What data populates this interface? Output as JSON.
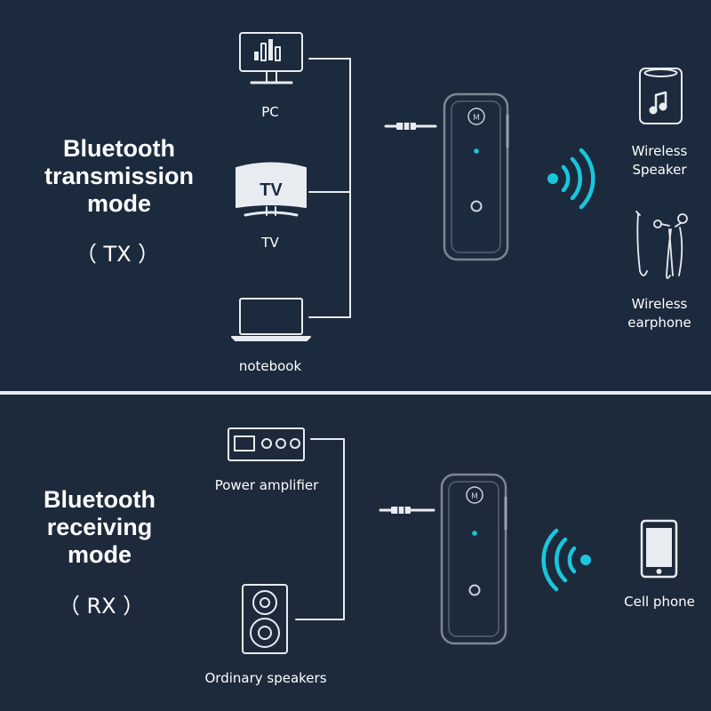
{
  "tx": {
    "title": "Bluetooth transmission mode",
    "title_lines": [
      "Bluetooth",
      "transmission",
      "mode"
    ],
    "code": "（ TX ）",
    "sources": [
      {
        "label": "PC",
        "icon": "monitor-icon"
      },
      {
        "label": "TV",
        "icon": "tv-icon"
      },
      {
        "label": "notebook",
        "icon": "laptop-icon"
      }
    ],
    "tv_screen_text": "TV",
    "targets": [
      {
        "label_lines": [
          "Wireless",
          "Speaker"
        ],
        "icon": "speaker-music-icon"
      },
      {
        "label_lines": [
          "Wireless",
          "earphone"
        ],
        "icon": "earphone-icon"
      }
    ],
    "device_button_text": "M"
  },
  "rx": {
    "title": "Bluetooth receiving mode",
    "title_lines": [
      "Bluetooth",
      "receiving",
      "mode"
    ],
    "code": "（ RX ）",
    "sources": [
      {
        "label": "Power amplifier",
        "icon": "amplifier-icon"
      },
      {
        "label": "Ordinary speakers",
        "icon": "loudspeaker-icon"
      }
    ],
    "targets": [
      {
        "label": "Cell phone",
        "icon": "cell-phone-icon"
      }
    ],
    "device_button_text": "M"
  },
  "colors": {
    "background": "#1c2a3d",
    "line": "#e8ecf1",
    "signal": "#19c7dd",
    "device": "#7c8794"
  }
}
